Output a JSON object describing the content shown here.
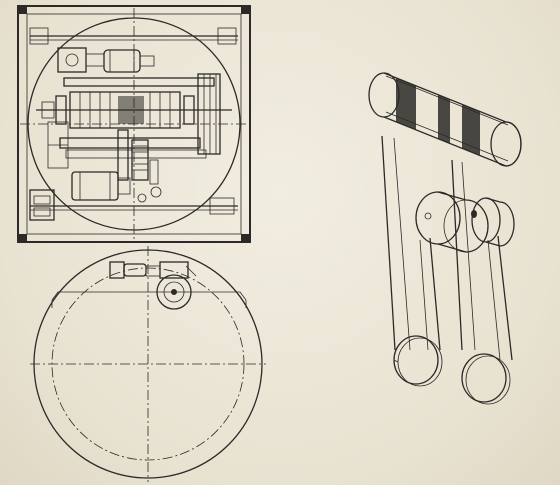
{
  "figure": {
    "panels": [
      {
        "id": "plan-view",
        "description_label": ""
      },
      {
        "id": "circular-track",
        "description_label": ""
      },
      {
        "id": "isometric-belt-drive",
        "description_label": ""
      }
    ]
  },
  "colors": {
    "paper": "#ebe6d6",
    "ink": "#2b2a28"
  }
}
